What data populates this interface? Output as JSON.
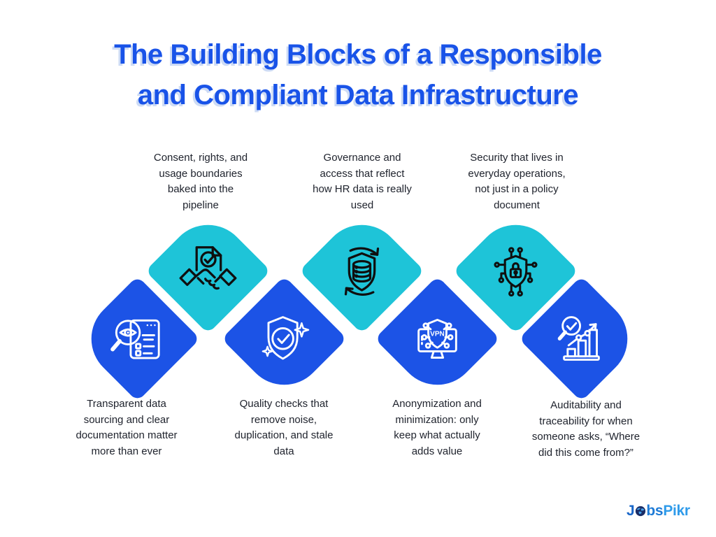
{
  "title": {
    "text": "The Building Blocks of a Responsible\nand Compliant Data Infrastructure"
  },
  "colors": {
    "teal": "#1EC4D8",
    "blue": "#1C53E6",
    "title_blue": "#1953E8",
    "title_shadow": "#CDDBF5",
    "text": "#20242E",
    "icon_dark": "#0F0F0F",
    "icon_light": "#FFFFFF",
    "logo_j": "#1765C8",
    "logo_bs": "#1E7BD6",
    "logo_pikr": "#2F9BEA",
    "logo_globe": "#1B2D66",
    "logo_land": "#45A5EC"
  },
  "top_blocks": [
    {
      "label": "Consent, rights, and\nusage boundaries\nbaked into the\npipeline",
      "icon": "contract-handshake-icon"
    },
    {
      "label": "Governance and\naccess that reflect\nhow HR data is really\nused",
      "icon": "shield-database-sync-icon"
    },
    {
      "label": "Security that lives in\neveryday operations,\nnot just in a policy\ndocument",
      "icon": "secure-network-lock-icon"
    }
  ],
  "bottom_blocks": [
    {
      "label": "Transparent data\nsourcing and clear\ndocumentation matter\nmore than ever",
      "icon": "magnifier-eye-document-icon"
    },
    {
      "label": "Quality checks that\nremove noise,\nduplication, and stale\ndata",
      "icon": "shield-check-sparkles-icon"
    },
    {
      "label": "Anonymization and\nminimization: only\nkeep what actually\nadds value",
      "icon": "vpn-monitor-icon"
    },
    {
      "label": "Auditability and\ntraceability for when\nsomeone asks, “Where\ndid this come from?”",
      "icon": "audit-growth-chart-icon"
    }
  ],
  "logo": {
    "j": "J",
    "bs": "bs",
    "pikr": "Pikr",
    "globe_icon": "globe-icon"
  }
}
